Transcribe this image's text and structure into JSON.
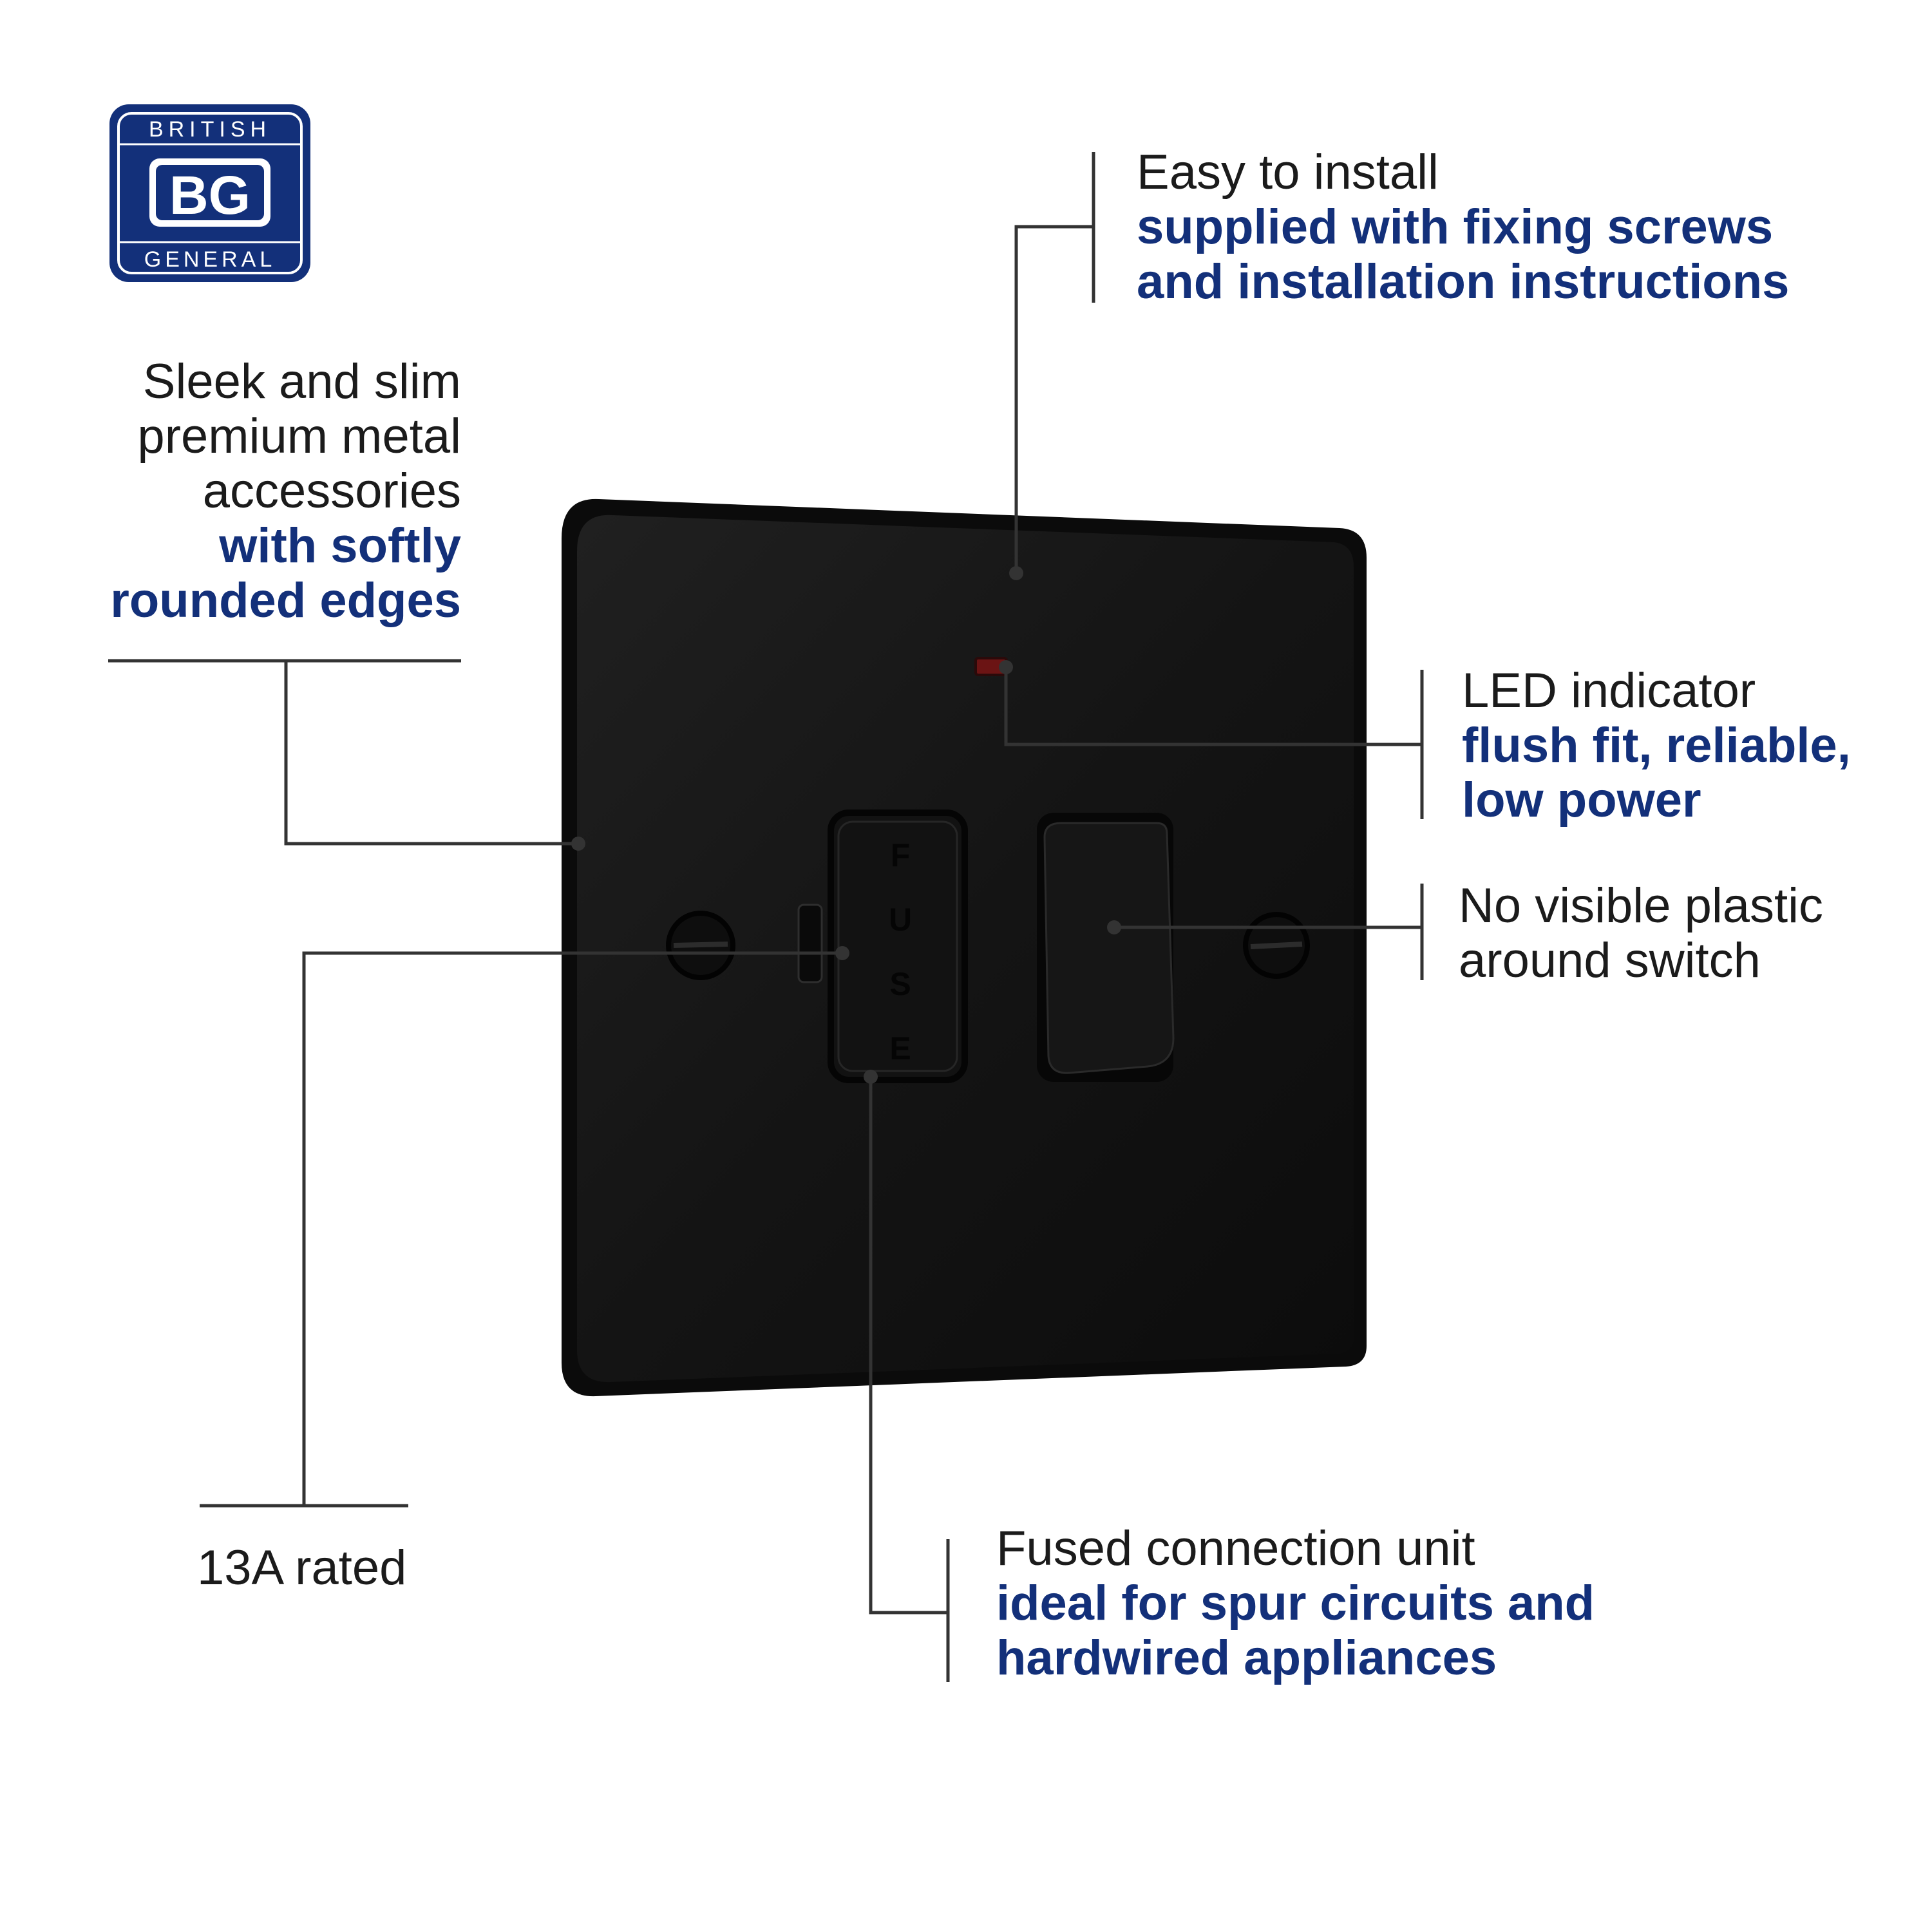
{
  "brand": {
    "top_text": "BRITISH",
    "monogram": "BG",
    "bottom_text": "GENERAL",
    "color": "#13307a"
  },
  "product": {
    "fuse_letters": [
      "F",
      "U",
      "S",
      "E"
    ],
    "plate_color": "#141414",
    "led_color": "#6b1414"
  },
  "callouts": {
    "install": {
      "title": "Easy to install",
      "lines": [
        "supplied with fixing screws",
        "and installation instructions"
      ]
    },
    "design": {
      "title_lines": [
        "Sleek and slim",
        "premium metal",
        "accessories"
      ],
      "lines": [
        "with softly",
        "rounded edges"
      ]
    },
    "led": {
      "title": "LED indicator",
      "lines": [
        "flush fit, reliable,",
        "low power"
      ]
    },
    "plastic": {
      "lines": [
        "No visible plastic",
        "around switch"
      ]
    },
    "rating": {
      "title": "13A rated"
    },
    "fused": {
      "title": "Fused connection unit",
      "lines": [
        "ideal for spur circuits and",
        "hardwired appliances"
      ]
    }
  },
  "colors": {
    "accent_blue": "#13307a",
    "body_text": "#1b1b1b",
    "leader_line": "#333333"
  }
}
